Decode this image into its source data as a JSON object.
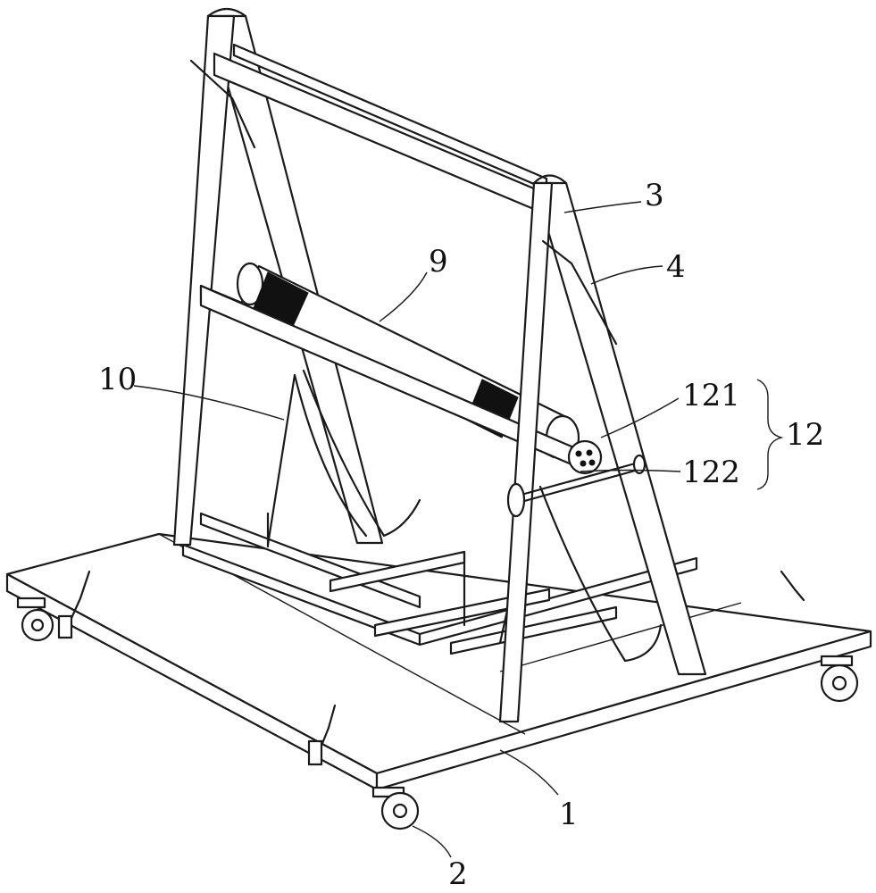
{
  "labels": {
    "l1": "1",
    "l2": "2",
    "l3": "3",
    "l4": "4",
    "l9": "9",
    "l10": "10",
    "l121": "121",
    "l122": "122",
    "l12": "12"
  },
  "colors": {
    "ink": "#1a1a1a",
    "background": "#ffffff",
    "band": "#111111"
  }
}
